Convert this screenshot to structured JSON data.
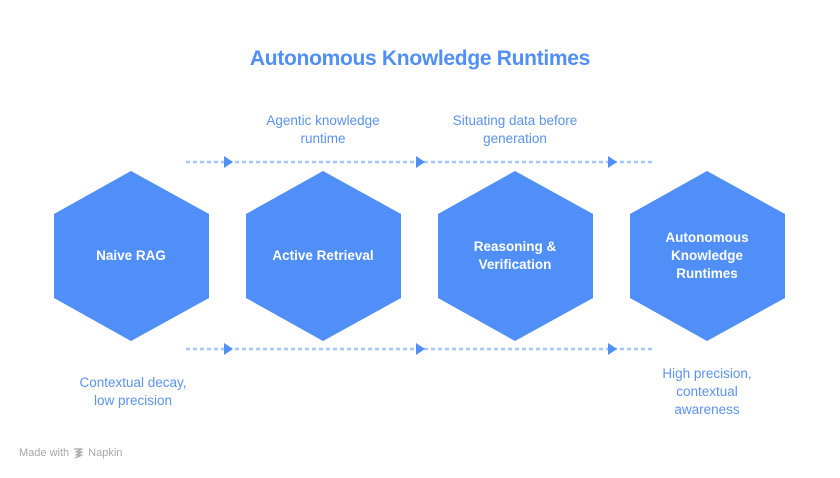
{
  "title": "Autonomous Knowledge Runtimes",
  "stages": [
    {
      "label": "Naive RAG"
    },
    {
      "label": "Active Retrieval"
    },
    {
      "label": "Reasoning & Verification"
    },
    {
      "label": "Autonomous Knowledge Runtimes"
    }
  ],
  "top_annotations": [
    {
      "line1": "Agentic knowledge",
      "line2": "runtime"
    },
    {
      "line1": "Situating data before",
      "line2": "generation"
    }
  ],
  "bottom_annotations": {
    "left": {
      "line1": "Contextual decay,",
      "line2": "low precision"
    },
    "right": {
      "line1": "High precision,",
      "line2": "contextual",
      "line3": "awareness"
    }
  },
  "footer": {
    "made_with": "Made with",
    "brand": "Napkin",
    "icon": "napkin-logo-icon"
  },
  "colors": {
    "primary": "#4f8ff7",
    "text_accent": "#5b93f0",
    "dotted_line": "#a7c6fb",
    "footer_text": "#a8a8a8"
  }
}
